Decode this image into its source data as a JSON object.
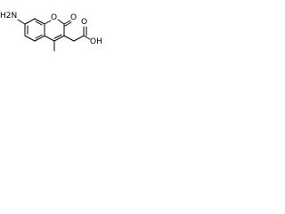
{
  "molecule": {
    "atoms": {
      "amine": "H2N",
      "ring_oxygen": "O",
      "carbonyl_oxygen": "O",
      "acid_oxygen": "O",
      "hydroxyl": "OH"
    },
    "substituents": {
      "methyl": ""
    }
  },
  "colors": {
    "bond": "#000000",
    "label": "#000000",
    "background": "#ffffff"
  }
}
